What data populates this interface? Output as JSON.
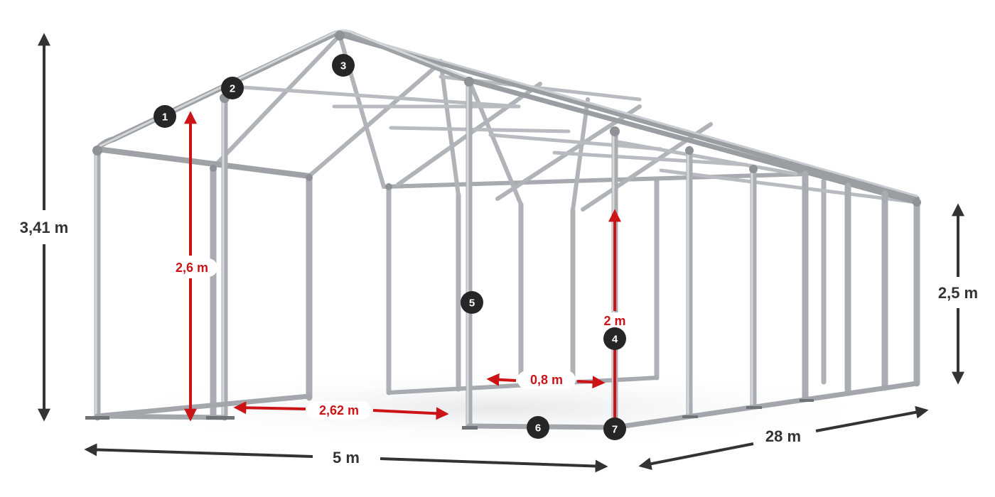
{
  "dimensions": {
    "total_height": "3,41 m",
    "side_height": "2,5 m",
    "width": "5 m",
    "length": "28 m"
  },
  "measurements": {
    "ridge_height": "2,6 m",
    "door_height": "2 m",
    "door_width": "2,62 m",
    "spacing": "0,8 m"
  },
  "badges": [
    "1",
    "2",
    "3",
    "4",
    "5",
    "6",
    "7"
  ],
  "colors": {
    "frame": "#b4b8bc",
    "frame_dark": "#7d8287",
    "arrow_gray": "#333333",
    "arrow_red": "#cc1417",
    "badge": "#262626"
  }
}
